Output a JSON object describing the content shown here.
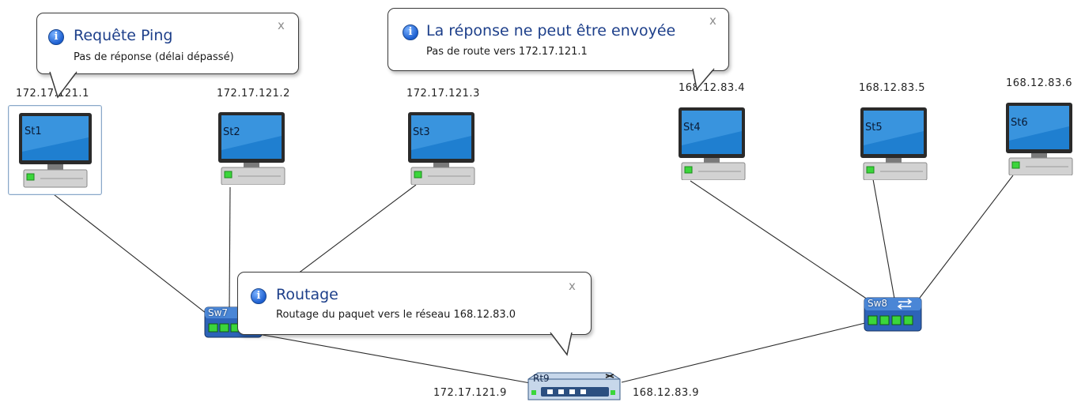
{
  "stations": [
    {
      "name": "St1",
      "ip": "172.17.121.1"
    },
    {
      "name": "St2",
      "ip": "172.17.121.2"
    },
    {
      "name": "St3",
      "ip": "172.17.121.3"
    },
    {
      "name": "St4",
      "ip": "168.12.83.4"
    },
    {
      "name": "St5",
      "ip": "168.12.83.5"
    },
    {
      "name": "St6",
      "ip": "168.12.83.6"
    }
  ],
  "switches": [
    {
      "name": "Sw7"
    },
    {
      "name": "Sw8"
    }
  ],
  "router": {
    "name": "Rt9",
    "ip_left": "172.17.121.9",
    "ip_right": "168.12.83.9"
  },
  "callouts": {
    "ping": {
      "title": "Requête Ping",
      "body": "Pas de réponse (délai dépassé)",
      "close": "x"
    },
    "reply": {
      "title": "La réponse ne peut être envoyée",
      "body": "Pas de route vers 172.17.121.1",
      "close": "x"
    },
    "routing": {
      "title": "Routage",
      "body": "Routage du paquet vers le réseau 168.12.83.0",
      "close": "x"
    }
  },
  "icons": {
    "info": "info-icon",
    "close": "close-icon",
    "station": "computer-icon",
    "switch": "switch-icon",
    "router": "router-icon"
  },
  "colors": {
    "screen": "#1f7fd0",
    "monitor_frame": "#2a2a2a",
    "led": "#3bd63b",
    "callout_title": "#1d3f8a",
    "link": "#2b2b2b"
  }
}
